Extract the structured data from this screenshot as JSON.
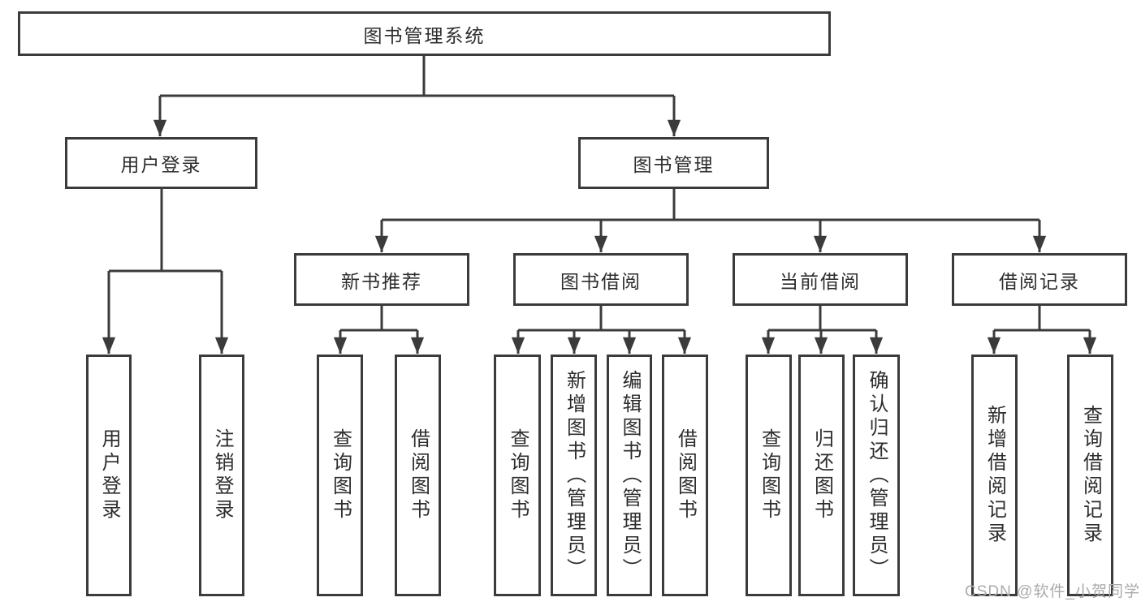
{
  "diagram": {
    "title": "图书管理系统",
    "level2": {
      "user_login": "用户登录",
      "book_mgmt": "图书管理"
    },
    "level3": {
      "new_book": "新书推荐",
      "book_borrow": "图书借阅",
      "current_borrow": "当前借阅",
      "borrow_record": "借阅记录"
    },
    "leaves": {
      "user_login": "用户登录",
      "logout": "注销登录",
      "nb_query": "查询图书",
      "nb_borrow": "借阅图书",
      "bb_query": "查询图书",
      "bb_add": "新增图书（管理员）",
      "bb_edit": "编辑图书（管理员）",
      "bb_borrow": "借阅图书",
      "cb_query": "查询图书",
      "cb_return": "归还图书",
      "cb_confirm": "确认归还（管理员）",
      "br_add": "新增借阅记录",
      "br_query": "查询借阅记录"
    }
  },
  "watermark": {
    "text": "CSDN @软件_小贺同学",
    "color": "#ababab"
  },
  "colors": {
    "line": "#3b3b3b",
    "text": "#2d2d2d",
    "background": "#ffffff"
  }
}
